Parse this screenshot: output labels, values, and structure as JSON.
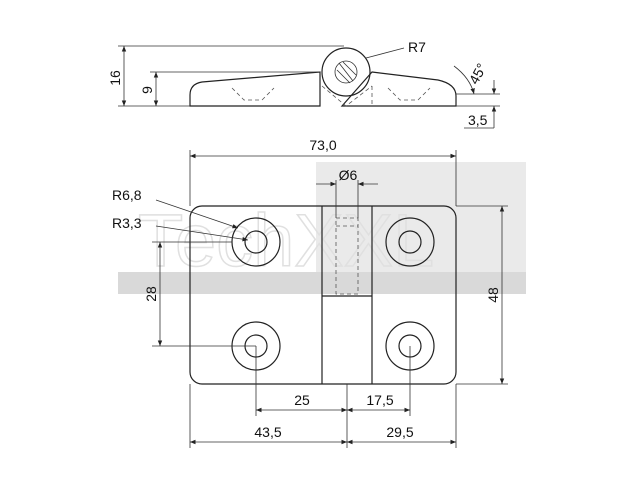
{
  "watermark": {
    "text": "TechXXL",
    "fill": "#d9d9d9"
  },
  "side_view": {
    "height_total": "16",
    "height_leaf": "9",
    "radius": "R7",
    "angle": "45°",
    "thickness": "3,5"
  },
  "front_view": {
    "width_total": "73,0",
    "height": "48",
    "pin_diameter": "Ø6",
    "hole_outer_radius": "R6,8",
    "hole_inner_radius": "R3,3",
    "hole_spacing_vertical": "28",
    "left_hole_to_center": "25",
    "right_hole_to_center": "17,5",
    "left_width": "43,5",
    "right_width": "29,5"
  }
}
